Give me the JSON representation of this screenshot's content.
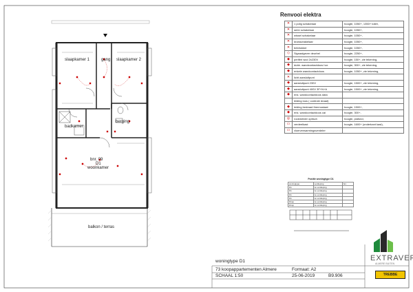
{
  "plan": {
    "rooms": {
      "slaapkamer1": "slaapkamer 1",
      "gang": "gang",
      "slaapkamer2": "slaapkamer 2",
      "badkamer": "badkamer",
      "berging": "berging",
      "bnr": "bnr. 09",
      "type": "D1",
      "woonkamer": "woonkamer",
      "balkon": "balkon / terras"
    }
  },
  "legend": {
    "title": "Renvooi elektra",
    "rows": [
      {
        "symbol": "✕",
        "desc": "1 polig schakelaar",
        "note": "hoogte, 1050+, 1350+ toilet,"
      },
      {
        "symbol": "✕",
        "desc": "serie schakelaar",
        "note": "hoogte, 1050+,"
      },
      {
        "symbol": "✕",
        "desc": "wissel schakelaar",
        "note": "hoogte, 1050+,"
      },
      {
        "symbol": "✕",
        "desc": "kruisschakelaar",
        "note": "hoogte, 1050+,"
      },
      {
        "symbol": "✕",
        "desc": "beldrukker",
        "note": "hoogte, 1050+,"
      },
      {
        "symbol": "◇",
        "desc": "Signaalgever deurbel",
        "note": "hoogte, 2250+,"
      },
      {
        "symbol": "◆",
        "desc": "periferi wcd 2x230V",
        "note": "hoogte, 150+, zie tekening,"
      },
      {
        "symbol": "◆",
        "desc": "dubb. wandcontactdoos hor.",
        "note": "hoogte, 300+, zie tekening,"
      },
      {
        "symbol": "◆",
        "desc": "enkele wandcontactdoos",
        "note": "hoogte, 1050+, zie tekening,"
      },
      {
        "symbol": "✕",
        "desc": "licht aansluitpunt",
        "note": ""
      },
      {
        "symbol": "◆",
        "desc": "aansluitpunt 230V",
        "note": "hoogte, 1500+, zie tekening,"
      },
      {
        "symbol": "◆",
        "desc": "aansluitpunt 400V 3F+N+A",
        "note": "hoogte, 1500+, zie tekening,"
      },
      {
        "symbol": "◆",
        "desc": "enk. wandcontactdoos data",
        "note": ""
      },
      {
        "symbol": "",
        "desc": "leiding loos ( controle draad)",
        "note": ""
      },
      {
        "symbol": "◆",
        "desc": "leiding bedraad thermostaat",
        "note": "hoogte, 1500+,"
      },
      {
        "symbol": "◆",
        "desc": "enk. wandcontactdoos cai",
        "note": "hoogte, 300+,"
      },
      {
        "symbol": "◎",
        "desc": "rookmelder optisch",
        "note": "hoogte, plafond,"
      },
      {
        "symbol": "▭",
        "desc": "verdeelkast",
        "note": "hoogte, 1600+ (onderkant kast),"
      },
      {
        "symbol": "▭",
        "desc": "vloerverwarmingsverdeler",
        "note": ""
      }
    ]
  },
  "positie": {
    "title": "Positie woningtype D1",
    "headers": [
      "woningtype",
      "verdieping",
      "bnr."
    ],
    "rows": [
      [
        "D1",
        "1e verdieping",
        ""
      ],
      [
        "D1",
        "1e verdieping",
        ""
      ],
      [
        "D1",
        "1e verdieping",
        ""
      ],
      [
        "D1",
        "1e verdieping",
        ""
      ],
      [
        "D1sp",
        "1e verdieping",
        ""
      ],
      [
        "D1sp",
        "1e verdieping",
        ""
      ]
    ]
  },
  "titleblock": {
    "woningtype": "woningtype D1",
    "project": "73 koopappartementen Almere",
    "formaat": "Formaat: A2",
    "schaal": "SCHAAL  1:50",
    "datum": "25-06-2019",
    "nummer": "B9.906"
  },
  "brand": {
    "name": "EXTRAVERT",
    "sub": "ALMERE BUITEN",
    "partner": "TREBBE"
  },
  "colors": {
    "wall": "#222222",
    "electric": "#cc0000",
    "brand_green": "#1e8a3c",
    "trebbe_yellow": "#f2c400"
  }
}
